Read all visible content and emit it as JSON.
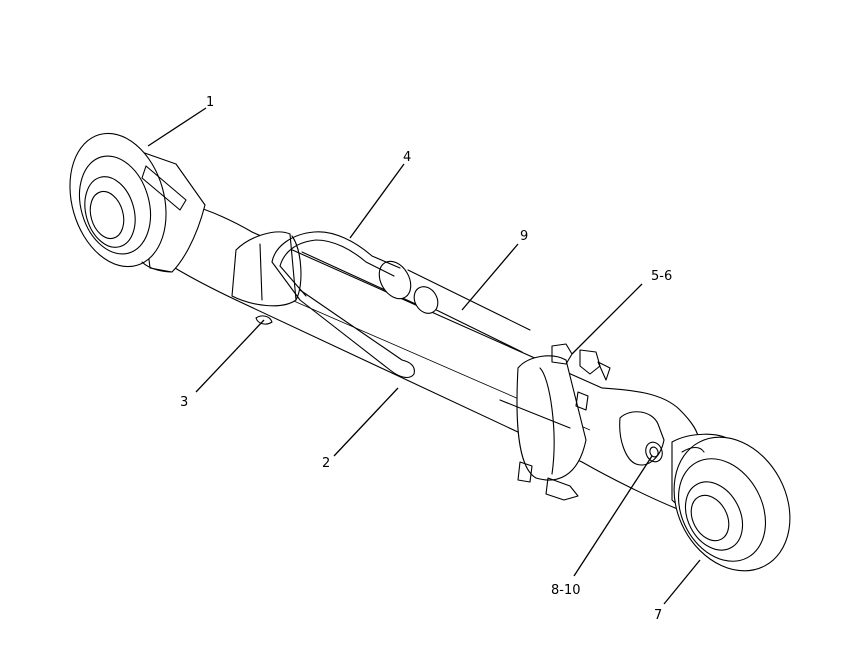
{
  "callouts": [
    {
      "id": "c1",
      "label": "1"
    },
    {
      "id": "c2",
      "label": "2"
    },
    {
      "id": "c3",
      "label": "3"
    },
    {
      "id": "c4",
      "label": "4"
    },
    {
      "id": "c5",
      "label": "5-6"
    },
    {
      "id": "c6",
      "label": "7"
    },
    {
      "id": "c7",
      "label": "8-10"
    },
    {
      "id": "c8",
      "label": "9"
    }
  ]
}
